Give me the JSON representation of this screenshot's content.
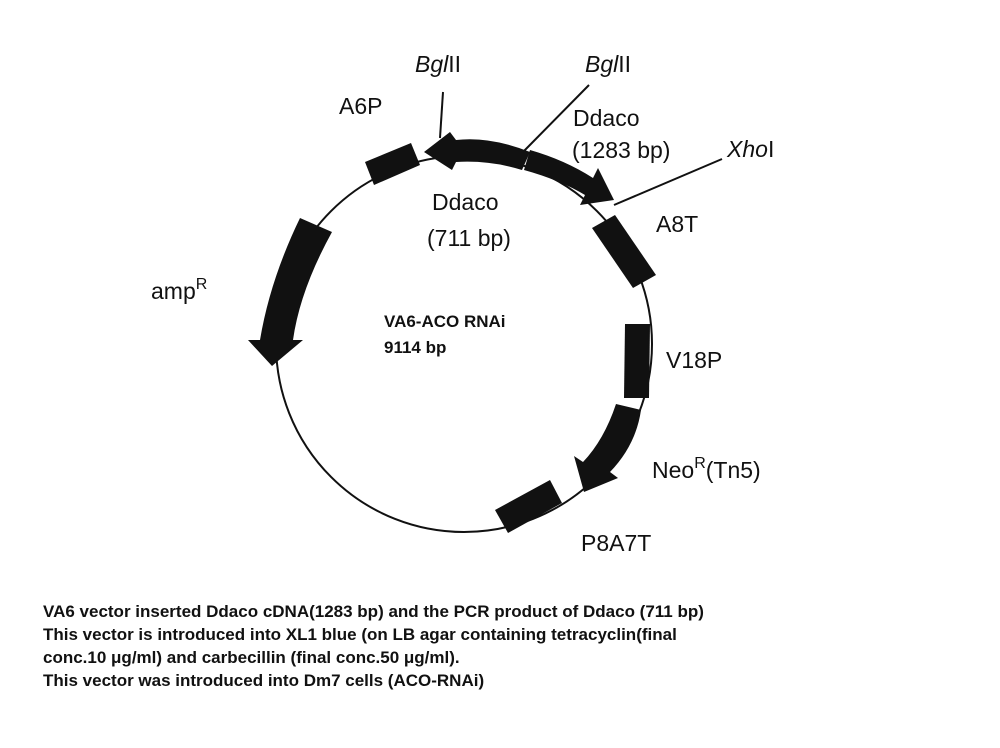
{
  "plasmid": {
    "name": "VA6-ACO RNAi",
    "size": "9114 bp"
  },
  "features": {
    "a6p": "A6P",
    "ddaco_711_name": "Ddaco",
    "ddaco_711_size": "(711 bp)",
    "ddaco_1283_name": "Ddaco",
    "ddaco_1283_size": "(1283 bp)",
    "a8t": "A8T",
    "v18p": "V18P",
    "neo_main": "Neo",
    "neo_sup": "R",
    "neo_tail": "(Tn5)",
    "p8a7t": "P8A7T",
    "amp_main": "amp",
    "amp_sup": "R"
  },
  "sites": {
    "bglii_left_italic": "Bgl",
    "bglii_left_rest": "II",
    "bglii_right_italic": "Bgl",
    "bglii_right_rest": "II",
    "xhoi_italic": "Xho",
    "xhoi_rest": "I"
  },
  "caption": {
    "line1": "VA6 vector inserted Ddaco cDNA(1283 bp) and the PCR product of Ddaco (711 bp)",
    "line2": "This vector is introduced into XL1 blue (on LB agar containing tetracyclin(final",
    "line3": "conc.10 μg/ml) and carbecillin (final conc.50 μg/ml).",
    "line4": "This vector was introduced into Dm7 cells (ACO-RNAi)"
  },
  "colors": {
    "ink": "#111111",
    "background": "#ffffff"
  }
}
